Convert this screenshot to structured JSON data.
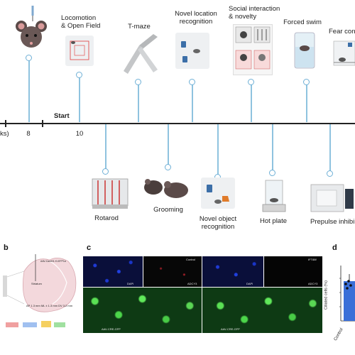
{
  "timeline": {
    "weeks_fragment": "ks)",
    "start_label": "Start",
    "week_8": "8",
    "week_10": "10"
  },
  "top_tests": {
    "locomotion": "Locomotion\n& Open Field",
    "tmaze": "T-maze",
    "novel_location": "Novel location\nrecognition",
    "social": "Social interaction\n& novelty",
    "forced_swim": "Forced swim",
    "fear": "Fear con"
  },
  "bottom_tests": {
    "rotarod": "Rotarod",
    "grooming": "Grooming",
    "novel_object": "Novel object\nrecognition",
    "hot_plate": "Hot plate",
    "prepulse": "Prepulse inhibi"
  },
  "panels": {
    "b": "b",
    "c": "c",
    "d": "d"
  },
  "panel_b": {
    "injection_label": "AAV-CamKII-XI-EFP1a",
    "region": "Striatum",
    "coords": "AP 1.3 mm ML ± 1.3 mm DV 3.2 mm"
  },
  "panel_c": {
    "left": {
      "condition": "Control",
      "dapi": "DAPI",
      "adcy3": "ADCY3",
      "merge": "AAV-CRE-GFP"
    },
    "right": {
      "condition": "IFT88f",
      "dapi": "DAPI",
      "adcy3": "ADCY3",
      "merge": "AAV-CRE-GFP"
    }
  },
  "panel_d": {
    "ylabel": "Ciliated cells (%)",
    "xlabel": "Control",
    "bar_color": "#3a6fd8"
  },
  "colors": {
    "timeline_accent": "#8fc3df",
    "dapi_blue": "#1a2fb0",
    "gfp_green": "#4cd64a",
    "adcy3_red": "#c0222a"
  }
}
